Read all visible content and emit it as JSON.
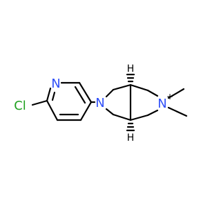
{
  "colors": {
    "background": "#ffffff",
    "bond": "#000000",
    "nitrogen": "#3050f8",
    "chlorine": "#1fa01f"
  },
  "atoms": {
    "cl": "Cl",
    "n_pyridine": "N",
    "n_pyrrolidine": "N",
    "n_cation": "N",
    "charge": "+",
    "h_top": "H",
    "h_bottom": "H"
  }
}
